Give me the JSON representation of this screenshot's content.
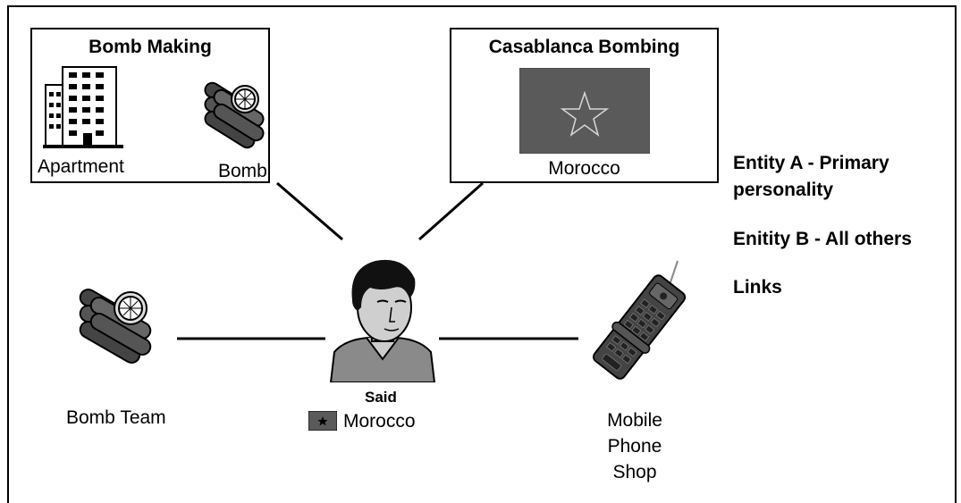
{
  "groups": {
    "bomb_making": {
      "title": "Bomb Making",
      "apartment_label": "Apartment",
      "bomb_label": "Bomb"
    },
    "casablanca_bombing": {
      "title": "Casablanca Bombing",
      "flag_label": "Morocco"
    }
  },
  "central_person": {
    "name": "Said",
    "country": "Morocco"
  },
  "entities": {
    "bomb_team_label": "Bomb Team",
    "mobile_phone_shop_label": "Mobile\nPhone\nShop"
  },
  "legend": {
    "entity_a": "Entity A - Primary\npersonality",
    "entity_b": "Enitity B - All others",
    "links": "Links"
  },
  "colors": {
    "flag_fill": "#5a5a5a",
    "line": "#000000"
  },
  "icons": [
    "building-icon",
    "bomb-icon",
    "flag-icon",
    "person-icon",
    "mobile-phone-icon"
  ]
}
